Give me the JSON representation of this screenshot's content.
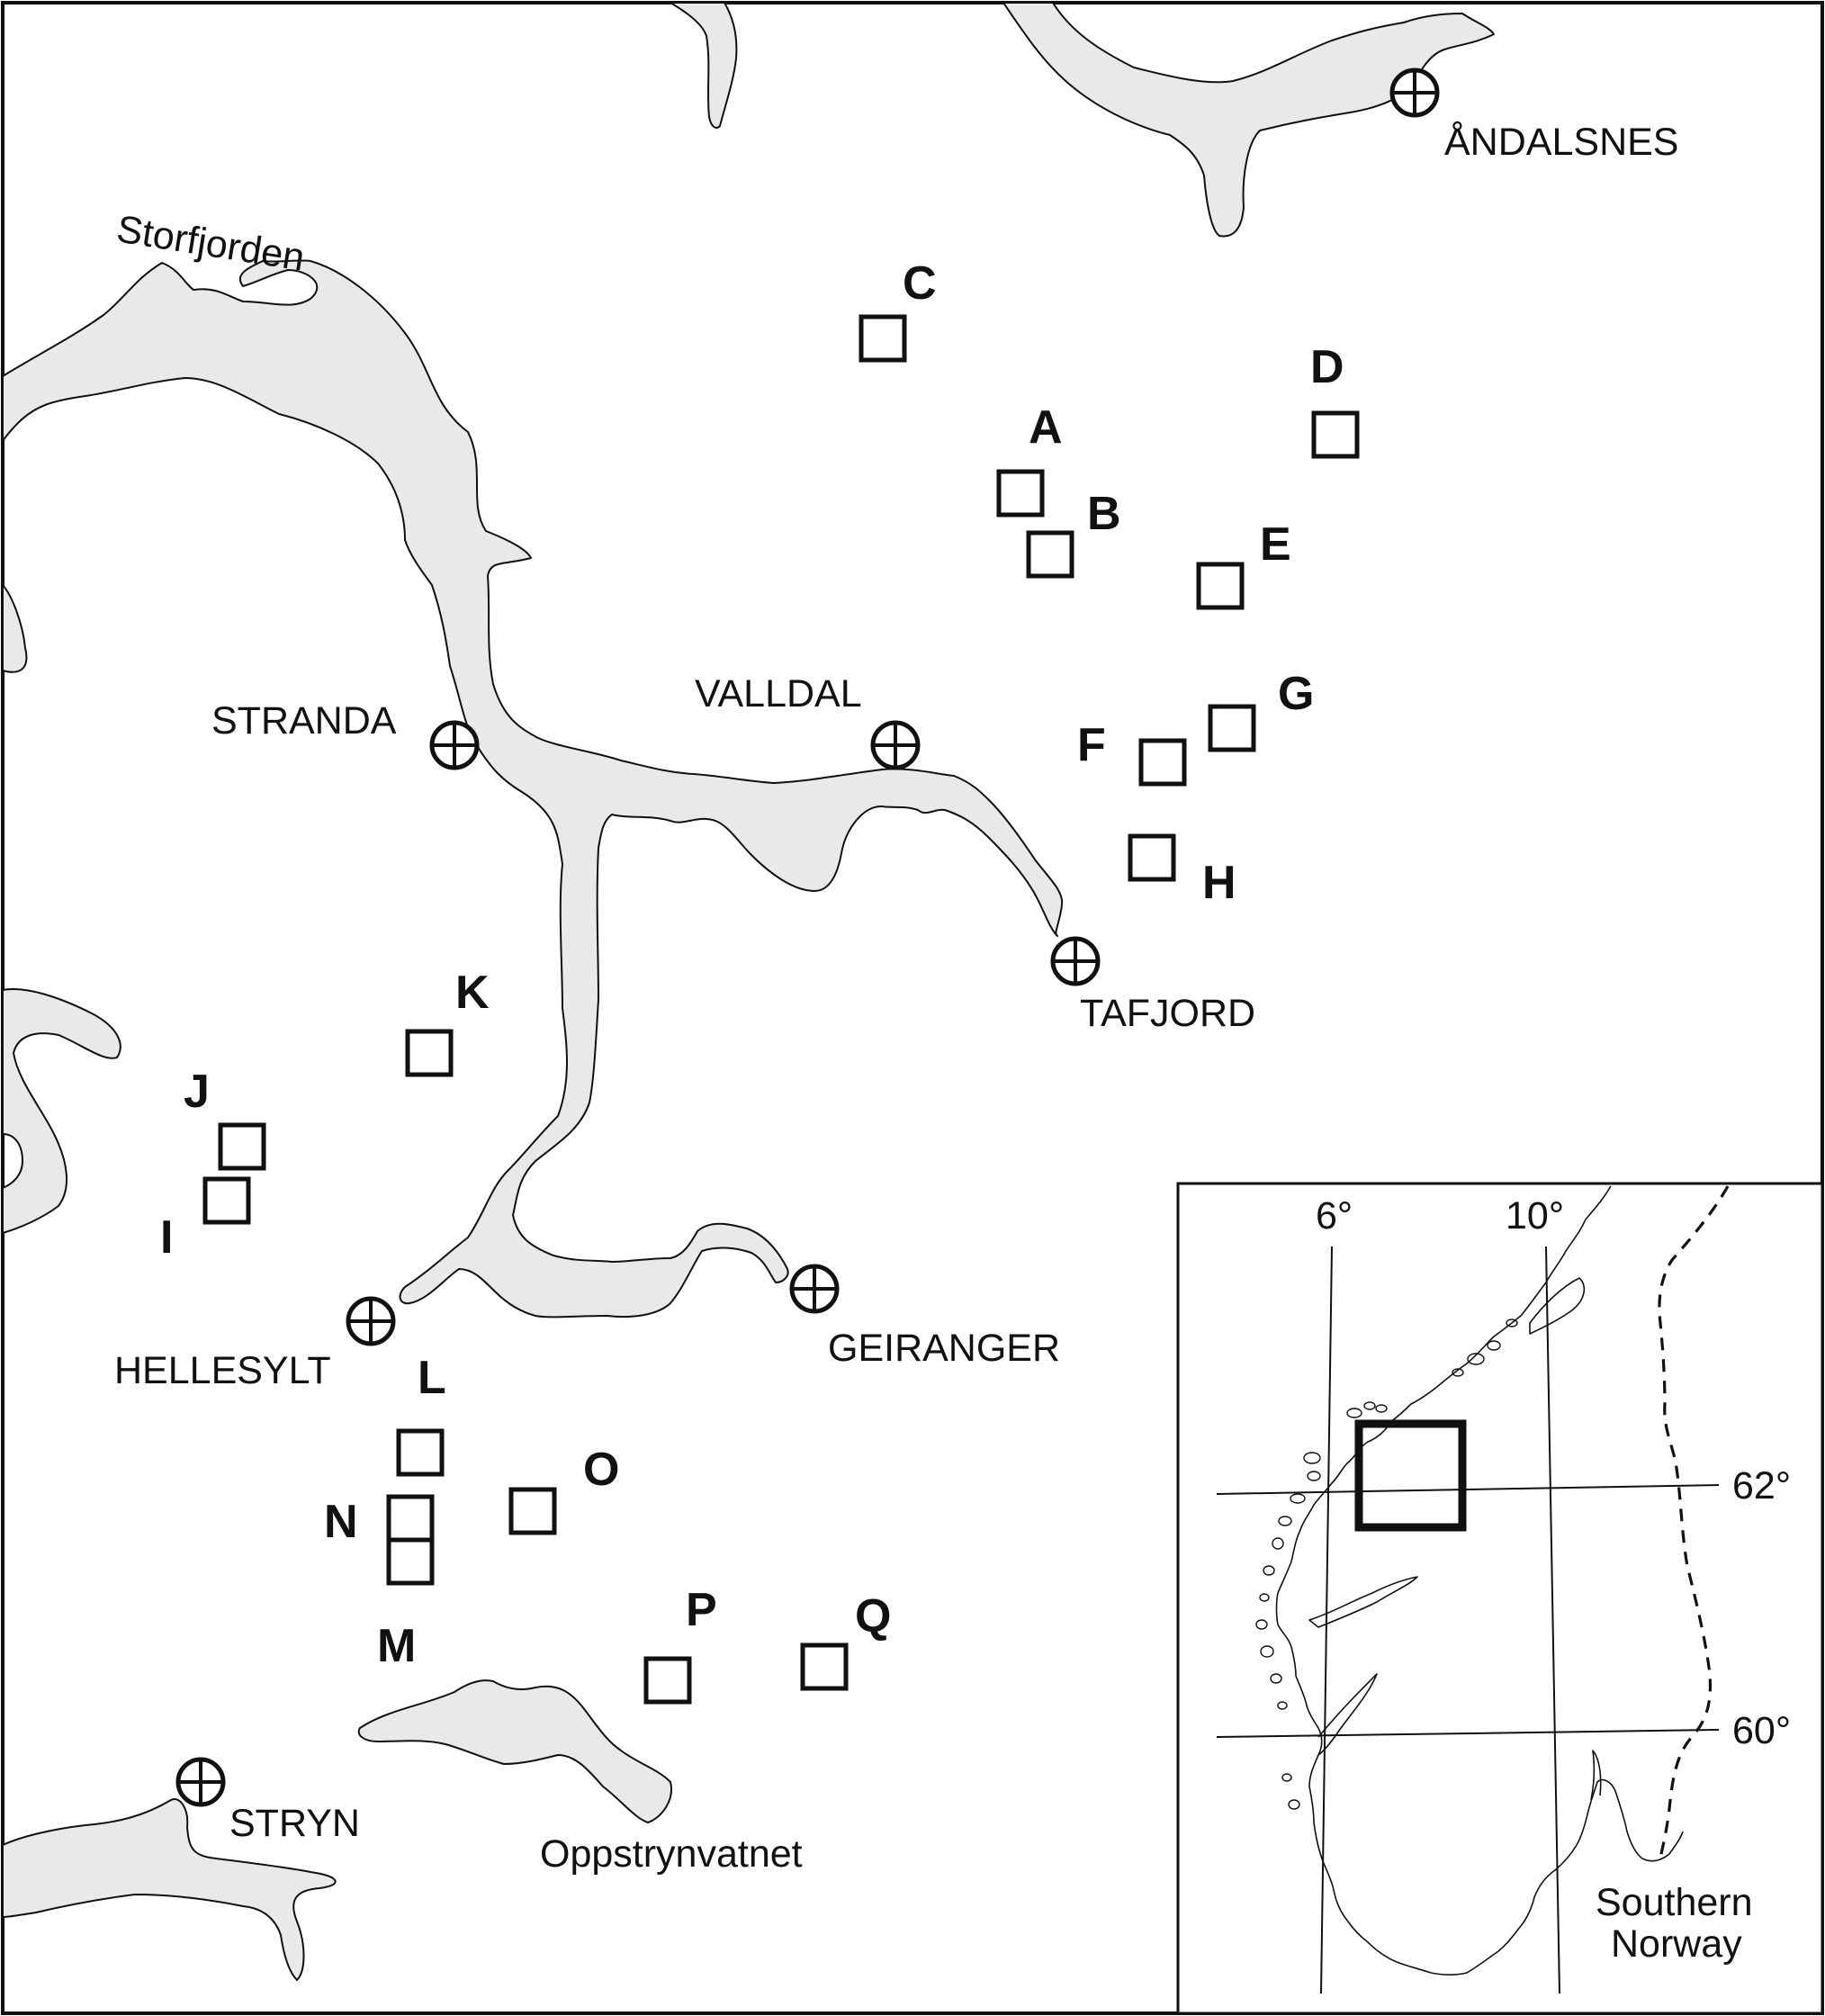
{
  "sites": [
    {
      "label": "A"
    },
    {
      "label": "B"
    },
    {
      "label": "C"
    },
    {
      "label": "D"
    },
    {
      "label": "E"
    },
    {
      "label": "F"
    },
    {
      "label": "G"
    },
    {
      "label": "H"
    },
    {
      "label": "I"
    },
    {
      "label": "J"
    },
    {
      "label": "K"
    },
    {
      "label": "L"
    },
    {
      "label": "M"
    },
    {
      "label": "N"
    },
    {
      "label": "O"
    },
    {
      "label": "P"
    },
    {
      "label": "Q"
    }
  ],
  "towns": [
    {
      "name": "ÅNDALSNES"
    },
    {
      "name": "STRANDA"
    },
    {
      "name": "VALLDAL"
    },
    {
      "name": "TAFJORD"
    },
    {
      "name": "HELLESYLT"
    },
    {
      "name": "GEIRANGER"
    },
    {
      "name": "STRYN"
    }
  ],
  "water_bodies": [
    {
      "name": "Storfjorden"
    },
    {
      "name": "Oppstrynvatnet"
    }
  ],
  "inset": {
    "longitudes": [
      "6°",
      "10°"
    ],
    "latitudes": [
      "62°",
      "60°"
    ],
    "title_line1": "Southern",
    "title_line2": "Norway"
  }
}
